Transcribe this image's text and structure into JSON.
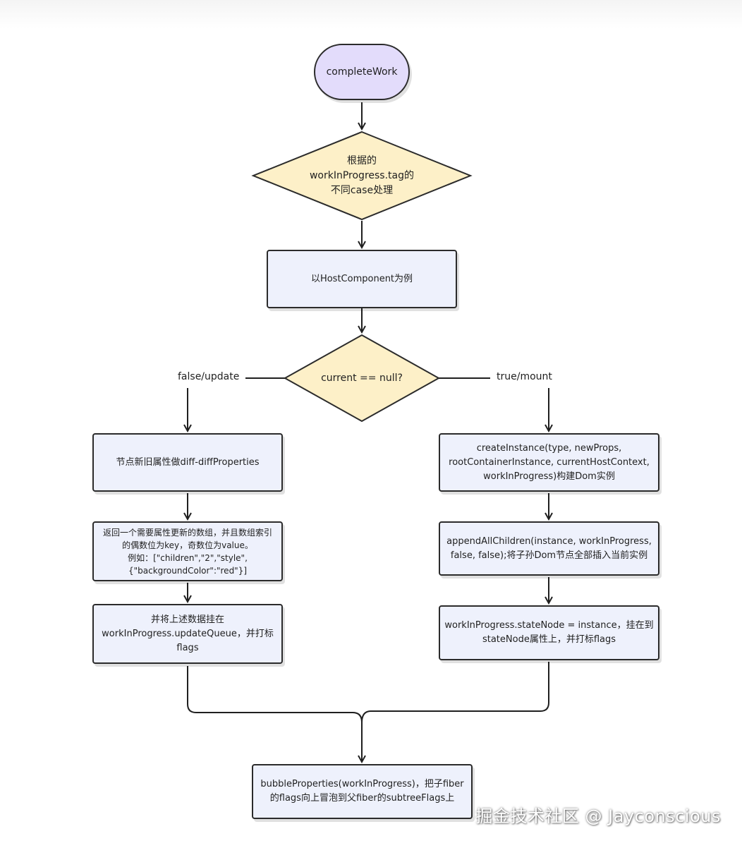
{
  "nodes": {
    "start": "completeWork",
    "decision_tag": "根据的\nworkInProgress.tag的\n不同case处理",
    "host_component": "以HostComponent为例",
    "decision_current": "current == null?",
    "diff_properties": "节点新旧属性做diff-diffProperties",
    "update_array": "返回一个需要属性更新的数组，并且数组索引\n的偶数位为key，奇数位为value。\n例如：[\"children\",\"2\",\"style\",\n{\"backgroundColor\":\"red\"}]",
    "update_queue": "并将上述数据挂在\nworkInProgress.updateQueue，并打标flags",
    "create_instance": "createInstance(type, newProps,\nrootContainerInstance, currentHostContext,\nworkInProgress)构建Dom实例",
    "append_children": "appendAllChildren(instance, workInProgress,\nfalse, false);将子孙Dom节点全部插入当前实例",
    "state_node": "workInProgress.stateNode = instance，挂在到\nstateNode属性上，并打标flags",
    "bubble": "bubbleProperties(workInProgress)，把子fiber\n的flags向上冒泡到父fiber的subtreeFlags上"
  },
  "edge_labels": {
    "false_branch": "false/update",
    "true_branch": "true/mount"
  },
  "watermark": "掘金技术社区 @ Jayconscious",
  "colors": {
    "terminal_fill": "#e3dcfb",
    "decision_fill": "#fdf0c8",
    "process_fill": "#eef1fc",
    "stroke": "#2b2b2b"
  }
}
